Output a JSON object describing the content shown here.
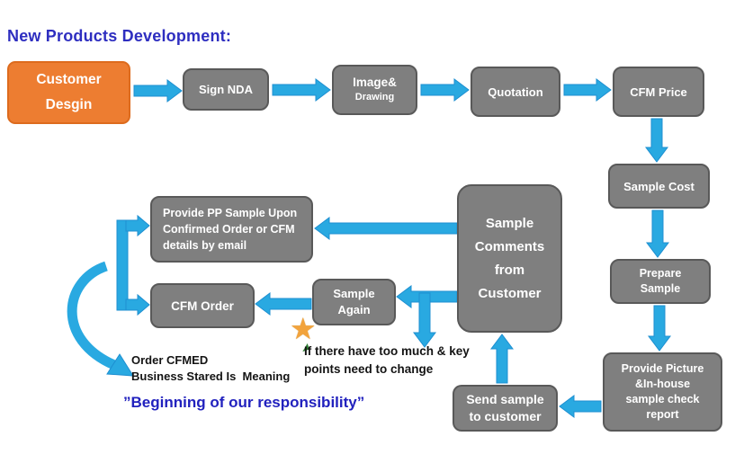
{
  "title": "New Products Development:",
  "colors": {
    "title_blue": "#2E2EC0",
    "box_gray": "#7F7F7F",
    "box_border": "#595959",
    "orange": "#ED7D31",
    "arrow_blue": "#29A9E1",
    "note_blue": "#2121BE",
    "note_black": "#141414",
    "star_gold": "#F2A33C",
    "star_green": "#2E7D32",
    "text_white": "#FFFFFF"
  },
  "nodes": {
    "customer_design": {
      "label": "Customer\nDesgin"
    },
    "sign_nda": {
      "label": "Sign NDA"
    },
    "image_drawing": {
      "line1": "Image&",
      "line2": "Drawing"
    },
    "quotation": {
      "label": "Quotation"
    },
    "cfm_price": {
      "label": "CFM Price"
    },
    "sample_cost": {
      "label": "Sample Cost"
    },
    "prepare_sample": {
      "label": "Prepare\nSample"
    },
    "provide_picture": {
      "label": "Provide Picture\n&In-house\nsample check\nreport"
    },
    "send_sample": {
      "label": "Send sample\nto customer"
    },
    "sample_comments": {
      "label": "Sample\nComments\nfrom\nCustomer"
    },
    "provide_pp_sample": {
      "label": "Provide PP Sample Upon\nConfirmed Order or CFM\ndetails by email"
    },
    "cfm_order": {
      "label": "CFM Order"
    },
    "sample_again": {
      "label": "Sample\nAgain"
    }
  },
  "notes": {
    "order_note": "Order CFMED\nBusiness Stared Is  Meaning",
    "responsibility": "”Beginning of our responsibility”",
    "condition_note": "If there have too much & key\npoints need to change"
  }
}
